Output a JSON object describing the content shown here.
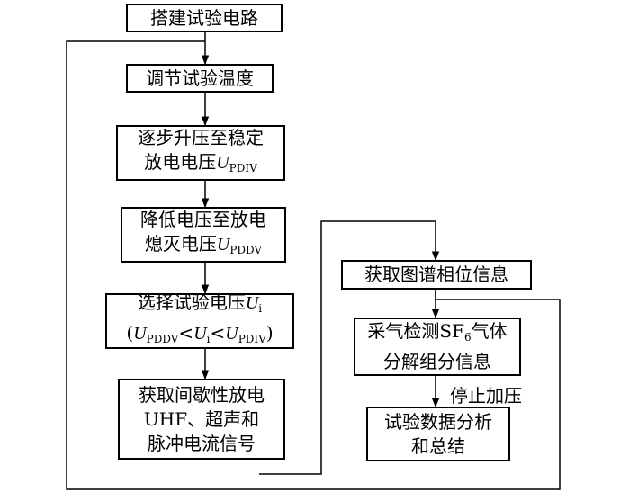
{
  "steps": {
    "s1": {
      "text": "搭建试验电路"
    },
    "s2": {
      "text": "调节试验温度"
    },
    "s3": {
      "line1": "逐步升压至稳定",
      "line2": "放电电压",
      "var": "U",
      "sub": "PDIV"
    },
    "s4": {
      "line1": "降低电压至放电",
      "line2": "熄灭电压",
      "var": "U",
      "sub": "PDDV"
    },
    "s5": {
      "line1": "选择试验电压",
      "var": "U",
      "sub": "i",
      "paren_open": "(",
      "u1": "U",
      "u1_sub": "PDDV",
      "lt1": "<",
      "u2": "U",
      "u2_sub": "i",
      "lt2": "<",
      "u3": "U",
      "u3_sub": "PDIV",
      "paren_close": ")"
    },
    "s6": {
      "line1": "获取间歇性放电",
      "line2": "UHF、超声和",
      "line3": "脉冲电流信号"
    },
    "s7": {
      "text": "获取图谱相位信息"
    },
    "s8": {
      "line1a": "采气检测SF",
      "sub": "6",
      "line1b": "气体",
      "line2": "分解组分信息"
    },
    "s9": {
      "line1": "试验数据分析",
      "line2": "和总结"
    }
  },
  "edge_labels": {
    "stop": "停止加压"
  }
}
